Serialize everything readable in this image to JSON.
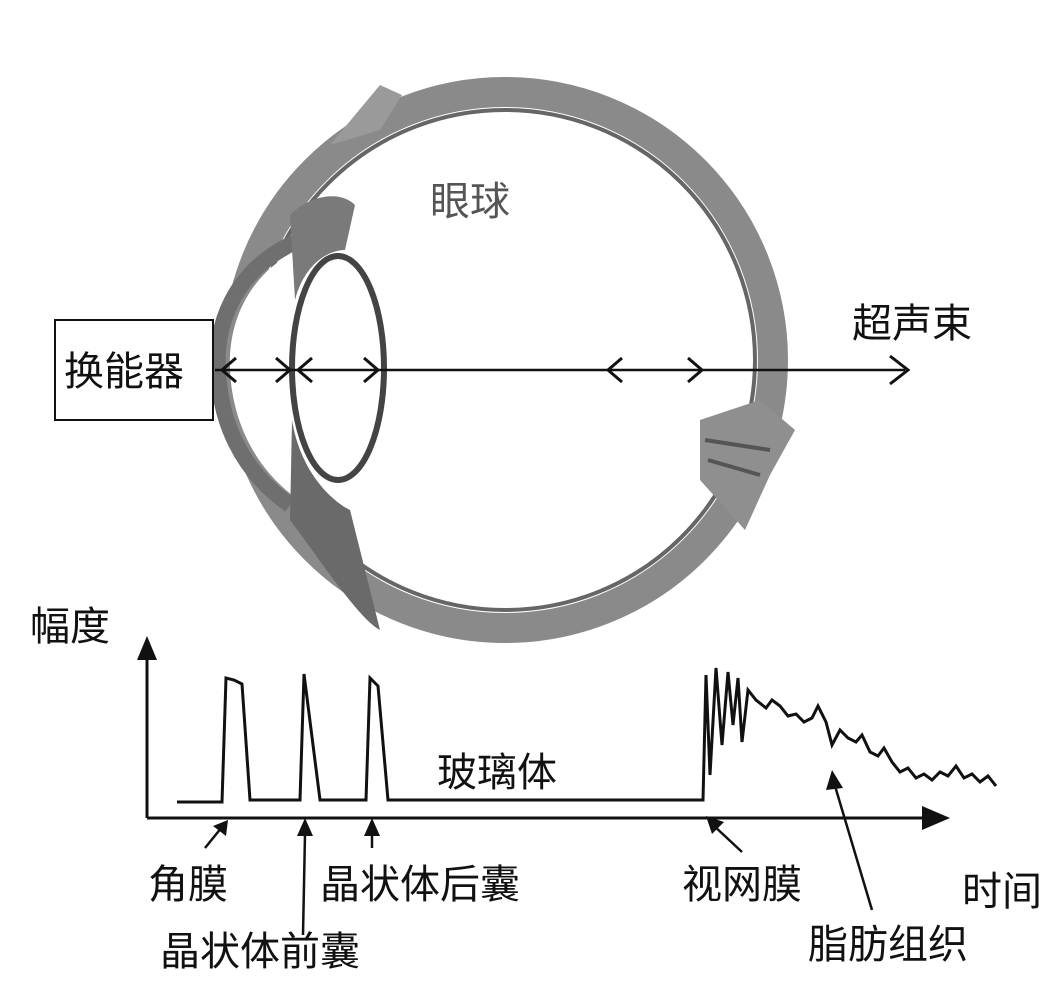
{
  "labels": {
    "eyeball": "眼球",
    "transducer": "换能器",
    "ultrasound_beam": "超声束",
    "amplitude": "幅度",
    "time": "时间",
    "vitreous": "玻璃体",
    "cornea": "角膜",
    "lens_anterior_capsule": "晶状体前囊",
    "lens_posterior_capsule": "晶状体后囊",
    "retina": "视网膜",
    "fat_tissue": "脂肪组织"
  },
  "colors": {
    "eye_wall": "#8a8a8a",
    "eye_wall_dark": "#5e5e5e",
    "line": "#111111",
    "eye_label": "#555555"
  }
}
